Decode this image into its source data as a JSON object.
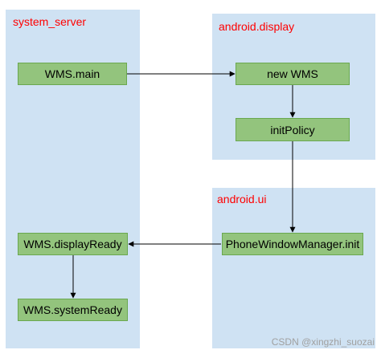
{
  "lanes": {
    "system_server": "system_server",
    "android_display": "android.display",
    "android_ui": "android.ui"
  },
  "nodes": {
    "wms_main": "WMS.main",
    "new_wms": "new WMS",
    "init_policy": "initPolicy",
    "phone_window_manager_init": "PhoneWindowManager.init",
    "wms_display_ready": "WMS.displayReady",
    "wms_system_ready": "WMS.systemReady"
  },
  "edges": [
    {
      "from": "WMS.main",
      "to": "new WMS"
    },
    {
      "from": "new WMS",
      "to": "initPolicy"
    },
    {
      "from": "initPolicy",
      "to": "PhoneWindowManager.init"
    },
    {
      "from": "PhoneWindowManager.init",
      "to": "WMS.displayReady"
    },
    {
      "from": "WMS.displayReady",
      "to": "WMS.systemReady"
    }
  ],
  "watermark": "CSDN @xingzhi_suozai",
  "colors": {
    "lane_fill": "#cfe2f3",
    "lane_title": "#ff0000",
    "node_fill": "#93c47d",
    "node_border": "#6aa84f",
    "edge": "#000000"
  }
}
